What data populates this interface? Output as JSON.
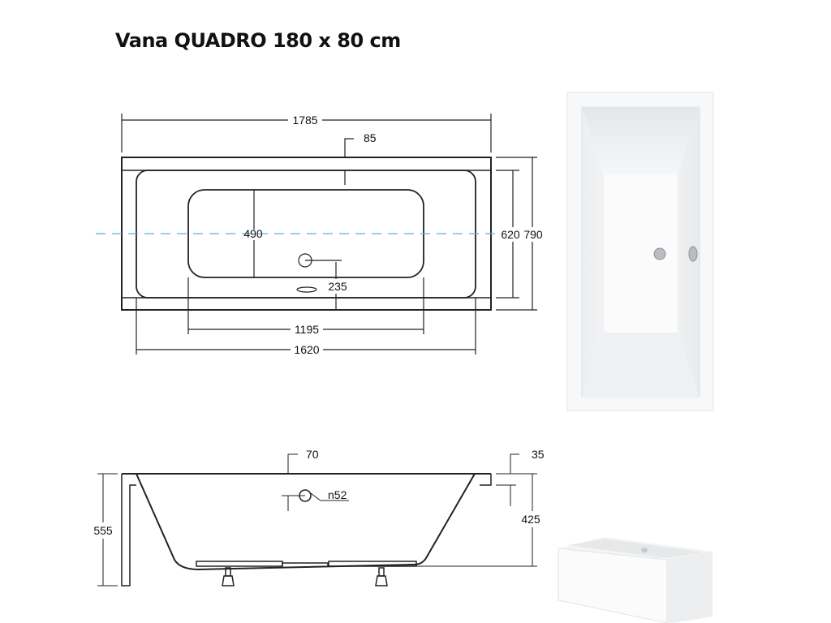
{
  "title": "Vana QUADRO 180 x 80 cm",
  "top_view": {
    "overall_length": "1785",
    "rim_width": "85",
    "basin_bottom_width": "490",
    "inner_width": "620",
    "overall_width": "790",
    "drain_offset": "235",
    "basin_bottom_length": "1195",
    "inner_length": "1620"
  },
  "side_view": {
    "rim_thickness": "70",
    "panel_offset": "35",
    "overflow_diameter": "n52",
    "total_height": "555",
    "basin_depth": "425"
  },
  "colors": {
    "line": "#222222",
    "centerline": "#4fb7d6"
  },
  "photos": {
    "top": "bathtub-top-photo",
    "perspective": "bathtub-perspective-photo"
  }
}
